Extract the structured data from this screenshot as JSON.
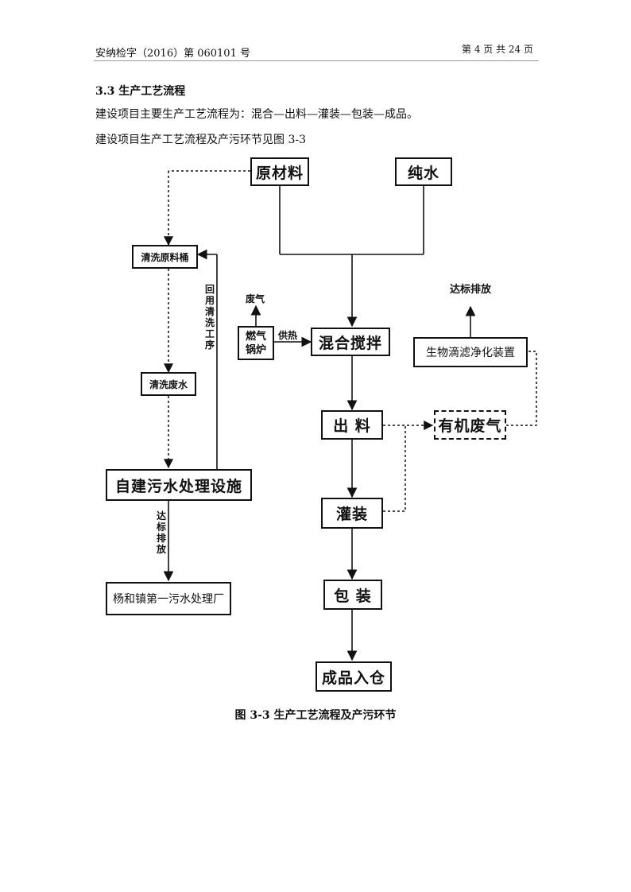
{
  "header": {
    "doc_number": "安纳检字（2016）第 060101 号",
    "page_info": "第 4 页 共 24 页"
  },
  "section": {
    "title": "3.3  生产工艺流程",
    "para1": "建设项目主要生产工艺流程为：混合—出料—灌装—包装—成品。",
    "para2": "建设项目生产工艺流程及产污环节见图 3-3"
  },
  "diagram": {
    "nodes": {
      "raw_material": "原材料",
      "pure_water": "纯水",
      "clean_drum": "清洗原料桶",
      "boiler": "燃气锅炉",
      "mixing": "混合搅拌",
      "bio_filter": "生物滴滤净化装置",
      "wash_water": "清洗废水",
      "discharge": "出 料",
      "organic_gas": "有机废气",
      "wwtp": "自建污水处理设施",
      "filling": "灌装",
      "municipal_plant": "杨和镇第一污水处理厂",
      "packing": "包 装",
      "warehouse": "成品入仓"
    },
    "labels": {
      "exhaust": "废气",
      "heat_supply": "供热",
      "reuse": "回用清洗工序",
      "bio_emit": "达标排放",
      "wwtp_emit": "达标排放"
    }
  },
  "caption": "图 3-3  生产工艺流程及产污环节"
}
